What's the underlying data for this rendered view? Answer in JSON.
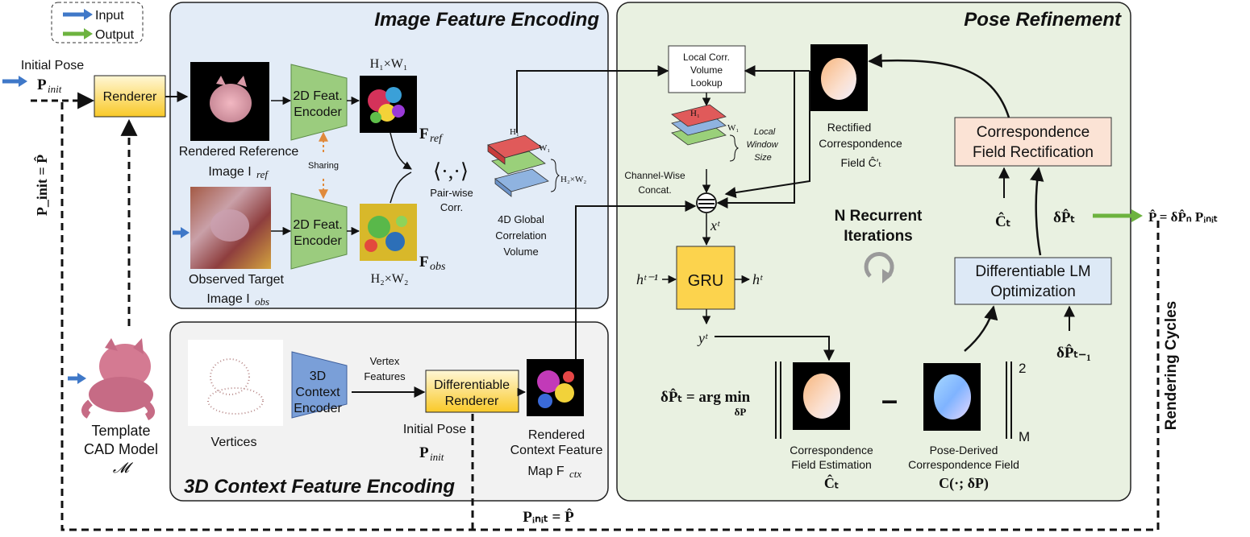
{
  "legend": {
    "input": "Input",
    "output": "Output"
  },
  "colors": {
    "input_arrow": "#3f78c8",
    "output_arrow": "#6db33f",
    "image_panel_bg": "#e3ecf7",
    "pose_panel_bg": "#e9f1e1",
    "context_panel_bg": "#f2f2f2",
    "encoder_green": "#9bcc7e",
    "encoder_blue": "#7a9fd8",
    "renderer_yellow": "#fcd34d",
    "rectification_bg": "#fbe3d5",
    "lm_bg": "#dde9f6"
  },
  "panels": {
    "image_title": "Image Feature Encoding",
    "pose_title": "Pose Refinement",
    "context_title": "3D Context Feature Encoding"
  },
  "left": {
    "initial_pose": "Initial Pose",
    "p_init": "P",
    "p_init_sub": "init",
    "renderer": "Renderer",
    "p_eq_vertical": "P_init = P̂",
    "template_l1": "Template",
    "template_l2": "CAD Model",
    "template_sym": "𝓜"
  },
  "image_enc": {
    "ref_l1": "Rendered Reference",
    "ref_l2": "Image I",
    "ref_sub": "ref",
    "obs_l1": "Observed Target",
    "obs_l2": "Image I",
    "obs_sub": "obs",
    "encoder_l1": "2D Feat.",
    "encoder_l2": "Encoder",
    "sharing": "Sharing",
    "h1w1": "H₁×W₁",
    "h2w2": "H₂×W₂",
    "f_ref": "F",
    "f_ref_sub": "ref",
    "f_obs": "F",
    "f_obs_sub": "obs",
    "pairwise_sym": "⟨·,·⟩",
    "pairwise_l1": "Pair-wise",
    "pairwise_l2": "Corr.",
    "vol_h1": "H₁",
    "vol_w1": "W₁",
    "vol_h2w2": "H₂×W₂",
    "vol_l1": "4D Global",
    "vol_l2": "Correlation",
    "vol_l3": "Volume"
  },
  "context_enc": {
    "vertices": "Vertices",
    "enc_l1": "3D",
    "enc_l2": "Context",
    "enc_l3": "Encoder",
    "vf_l1": "Vertex",
    "vf_l2": "Features",
    "dr_l1": "Differentiable",
    "dr_l2": "Renderer",
    "ip_l1": "Initial Pose",
    "ip_p": "P",
    "ip_sub": "init",
    "rcf_l1": "Rendered",
    "rcf_l2": "Context Feature",
    "rcf_l3": "Map F",
    "rcf_sub": "ctx"
  },
  "pose": {
    "lookup_l1": "Local Corr.",
    "lookup_l2": "Volume",
    "lookup_l3": "Lookup",
    "win_h1": "H₁",
    "win_w1": "W₁",
    "win_l1": "Local",
    "win_l2": "Window",
    "win_l3": "Size",
    "concat_l1": "Channel-Wise",
    "concat_l2": "Concat.",
    "xt": "xᵗ",
    "gru": "GRU",
    "h_prev": "hᵗ⁻¹",
    "h_next": "hᵗ",
    "yt": "yᵗ",
    "rect_l1": "Rectified",
    "rect_l2": "Correspondence",
    "rect_l3": "Field Ĉ′ₜ",
    "cfr_l1": "Correspondence",
    "cfr_l2": "Field Rectification",
    "c_t": "Ĉₜ",
    "dp_t": "δP̂ₜ",
    "iter_l1": "N Recurrent",
    "iter_l2": "Iterations",
    "lm_l1": "Differentiable LM",
    "lm_l2": "Optimization",
    "dp_prev": "δP̂ₜ₋₁",
    "eq_lhs": "δP̂ₜ = arg min",
    "eq_sub": "δP",
    "minus": "–",
    "norm_sup": "2",
    "norm_sub": "M",
    "cfe_l1": "Correspondence",
    "cfe_l2": "Field Estimation",
    "cfe_l3": "Ĉₜ",
    "pdc_l1": "Pose-Derived",
    "pdc_l2": "Correspondence Field",
    "pdc_l3": "C(·; δP)"
  },
  "right": {
    "output_eq": "P̂ = δP̂ₙ Pᵢₙᵢₜ",
    "rendering_cycles": "Rendering Cycles"
  },
  "bottom": {
    "p_eq": "Pᵢₙᵢₜ = P̂"
  }
}
